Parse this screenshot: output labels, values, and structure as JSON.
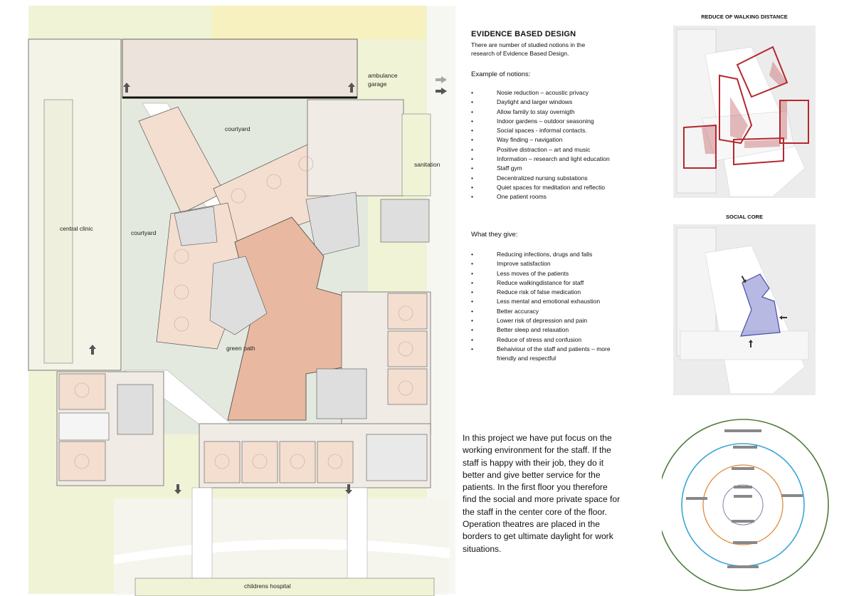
{
  "plan": {
    "labels": {
      "ambulance_garage": [
        "ambulance",
        "garage"
      ],
      "courtyard_top": "courtyard",
      "courtyard_left": "courtyard",
      "sanitation": "sanitation",
      "central_clinic": "central clinic",
      "green_path": "green path",
      "childrens_hospital": "childrens hospital"
    }
  },
  "ebd": {
    "title": "EVIDENCE BASED DESIGN",
    "intro_lines": [
      "There are number of studied notions in the",
      "research of Evidence Based Design."
    ],
    "notions_heading": "Example of notions:",
    "notions": [
      "Nosie reduction – acoustic privacy",
      "Daylight and larger windows",
      "Allow family to stay overnigth",
      "Indoor gardens – outdoor seasoning",
      "Social spaces - informal contacts.",
      "Way finding – navigation",
      "Positive distraction – art and music",
      "Information – research and light education",
      "Staff gym",
      "Decentralized nursing substations",
      "Quiet spaces for meditation and reflectio",
      "One patient rooms"
    ],
    "benefits_heading": "What they give:",
    "benefits": [
      "Reducing infections, drugs and falls",
      "Improve satisfaction",
      "Less moves of the patients",
      "Reduce walkingdistance for staff",
      "Reduce risk of false medication",
      "Less mental and emotional exhaustion",
      "Better accuracy",
      "Lower risk of depression and pain",
      "Better sleep and relaxation",
      "Reduce of stress and confusion",
      "Behaiviour of the staff and patients – more",
      "friendly and respectful"
    ]
  },
  "paragraph": {
    "lines": [
      "In this project we have put focus on the",
      "working environment for the staff. If the",
      "staff is happy with their job, they do it",
      "better and give better service for the",
      "patients. In the first floor you therefore",
      "find the social and more private space for",
      "the staff in the center core of the floor.",
      "Operation theatres are placed in the",
      "borders to get ultimate daylight for work",
      "situations."
    ]
  },
  "diagrams": {
    "walking_title": "REDUCE OF WALKING DISTANCE",
    "social_title": "SOCIAL CORE"
  },
  "colors": {
    "plan_yellow": "#f1f3d6",
    "plan_yellow_top": "#f6f1bf",
    "plan_pink": "#ece3dc",
    "plan_green_court": "#e4e9df",
    "plan_salmon": "#e8b9a0",
    "plan_room": "#f3ded0",
    "plan_grey": "#dedede",
    "walking_red": "#b3282e",
    "social_blue": "#7d80cc",
    "ring_outer": "#4f7a3b",
    "ring_blue": "#39a6d8",
    "ring_orange": "#e08a3c",
    "ring_purple": "#9a83b5"
  }
}
